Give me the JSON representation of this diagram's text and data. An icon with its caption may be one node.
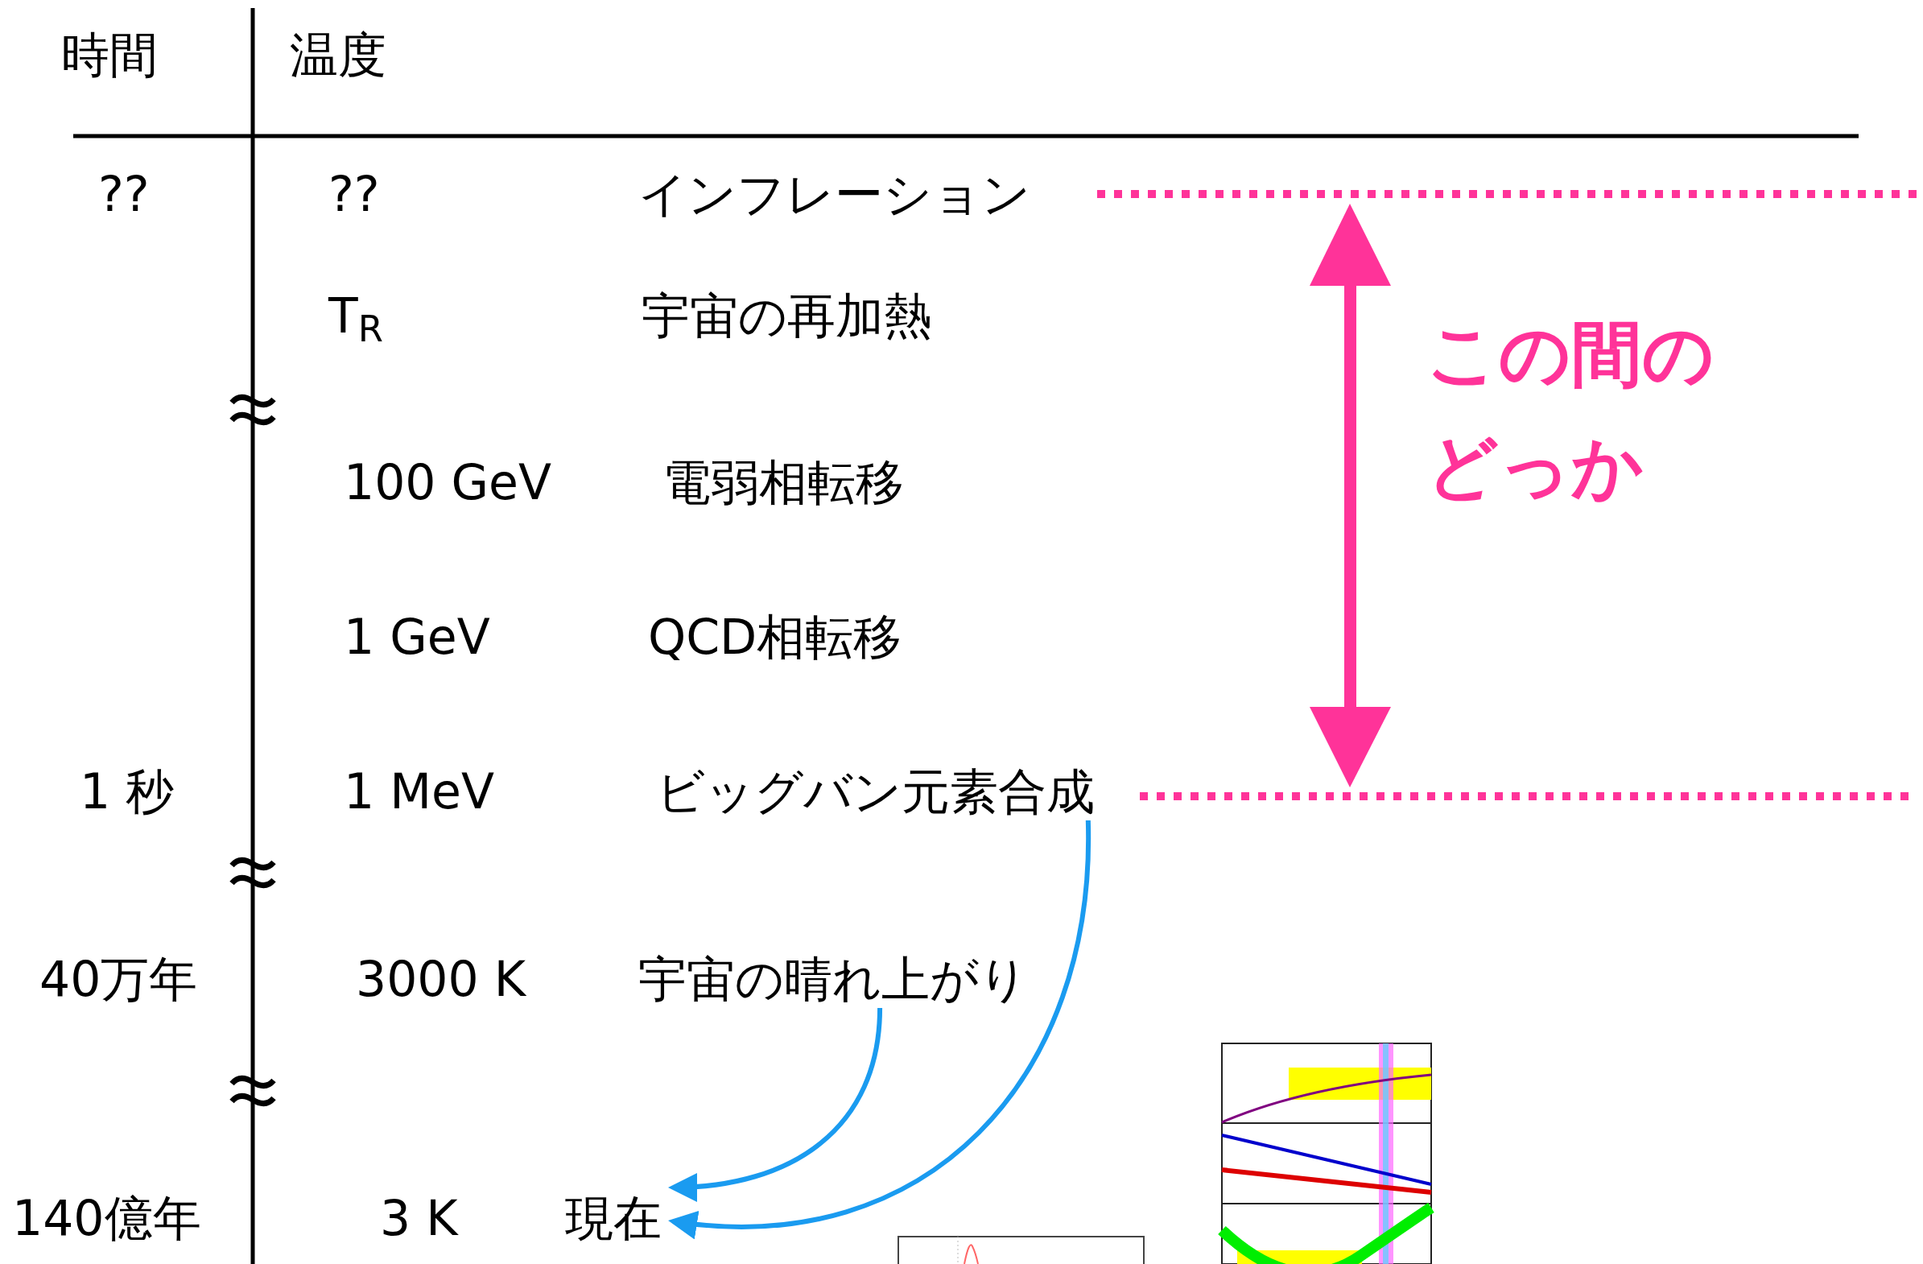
{
  "diagram": {
    "nodes": [
      {
        "text": [
          "ビッグバン元素合成"
        ]
      },
      {
        "text": [
          "宇宙の晴れ上がり"
        ]
      },
      {
        "text": [
          "現在"
        ]
      }
    ],
    "edges": [
      {
        "from": 0,
        "to": 2,
        "arrow": "to"
      },
      {
        "from": 1,
        "to": 2,
        "arrow": "to"
      }
    ],
    "labels": [
      "時間",
      "温度",
      "??",
      "??",
      "インフレーション",
      "T$_{R}$",
      "宇宙の再加熱",
      "100 GeV",
      "電弱相転移",
      "1 GeV",
      "QCD相転移",
      "1 秒",
      "1 MeV",
      "40万年",
      "3000 K",
      "この間のどっか",
      "140億年",
      "3 K"
    ]
  }
}
